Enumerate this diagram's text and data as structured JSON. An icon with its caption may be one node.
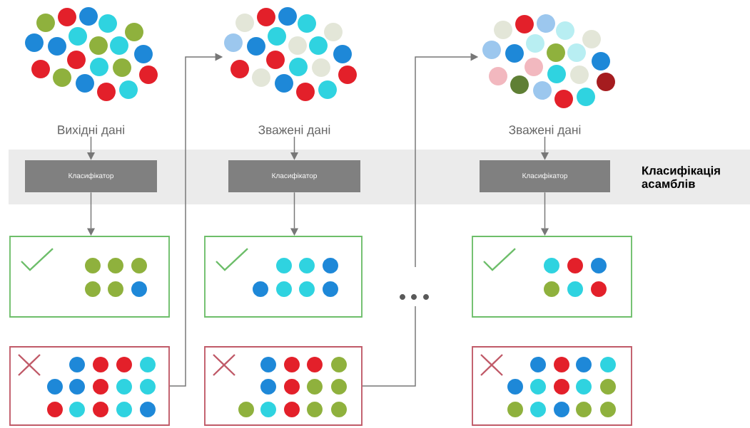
{
  "diagram": {
    "nodes": [
      {
        "text": [
          "Вихідні дані"
        ]
      },
      {
        "text": [
          "Зважені дані"
        ]
      },
      {
        "text": [
          "Зважені дані"
        ]
      },
      {
        "text": [
          "Класифікація асамблів"
        ]
      },
      {
        "text": [
          "Класифікатор"
        ],
        "in": 3
      },
      {
        "text": [
          "Класифікатор"
        ],
        "in": 3
      },
      {
        "text": [
          "Класифікатор"
        ],
        "in": 3
      },
      {
        "text": [],
        "shape": "box"
      },
      {
        "text": [],
        "shape": "box"
      },
      {
        "text": [],
        "shape": "box"
      },
      {
        "text": [],
        "shape": "box"
      },
      {
        "text": [],
        "shape": "box"
      },
      {
        "text": [],
        "shape": "box"
      }
    ],
    "edges": [
      {
        "from": 0,
        "to": 4,
        "arrow": "to"
      },
      {
        "from": 4,
        "to": 7,
        "arrow": "to"
      },
      {
        "from": 1,
        "to": 5,
        "arrow": "to"
      },
      {
        "from": 5,
        "to": 8,
        "arrow": "to"
      },
      {
        "from": 2,
        "to": 6,
        "arrow": "to"
      },
      {
        "from": 6,
        "to": 9,
        "arrow": "to"
      },
      {
        "from": 10,
        "to": 1,
        "arrow": "to"
      },
      {
        "from": 11,
        "to": 2,
        "arrow": "to"
      }
    ]
  }
}
